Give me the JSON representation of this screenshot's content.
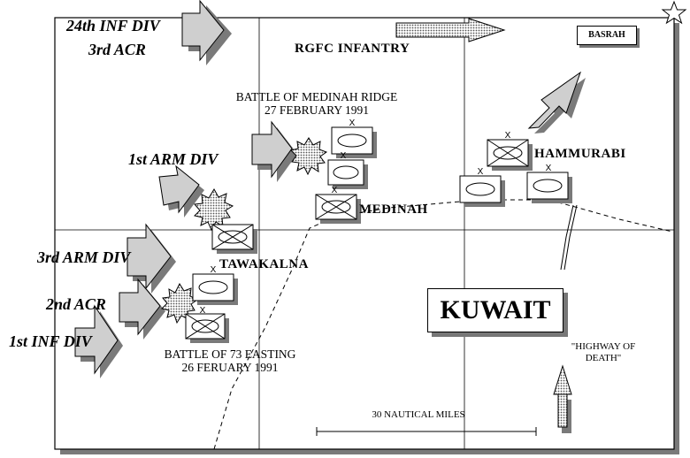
{
  "friendly_units": {
    "div24": "24th INF DIV",
    "acr3": "3rd ACR",
    "arm1": "1st ARM DIV",
    "arm3": "3rd ARM DIV",
    "acr2": "2nd ACR",
    "inf1": "1st INF DIV"
  },
  "enemy_units": {
    "rgfc": "RGFC INFANTRY",
    "hammurabi": "HAMMURABI",
    "medinah": "MEDINAH",
    "tawakalna": "TAWAKALNA"
  },
  "battles": {
    "medinah_title": "BATTLE OF MEDINAH RIDGE",
    "medinah_date": "27 FEBRUARY 1991",
    "easting_title": "BATTLE OF 73 EASTING",
    "easting_date": "26 FERUARY 1991"
  },
  "places": {
    "basrah": "BASRAH",
    "kuwait": "KUWAIT",
    "highway_line1": "\"HIGHWAY OF",
    "highway_line2": "DEATH\""
  },
  "scale_label": "30 NAUTICAL MILES",
  "unit_symbol_mark": "X",
  "colors": {
    "arrow_fill": "#c8c8c8",
    "shadow": "#808080",
    "ink": "#000000",
    "paper": "#ffffff"
  }
}
